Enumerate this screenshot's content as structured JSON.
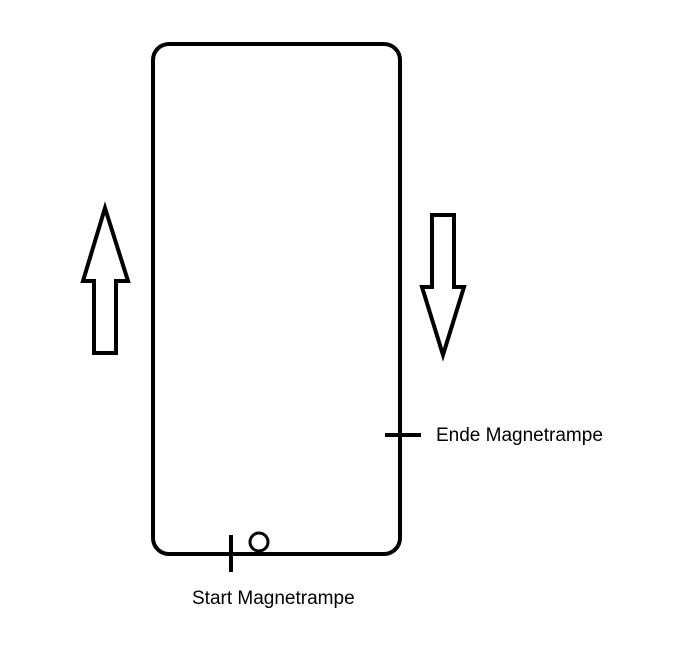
{
  "diagram": {
    "labels": {
      "end": "Ende Magnetrampe",
      "start": "Start Magnetrampe"
    },
    "arrows": {
      "left": "up",
      "right": "down"
    },
    "colors": {
      "stroke": "#000000",
      "background": "#ffffff"
    },
    "icons": {
      "left_arrow": "arrow-up-icon",
      "right_arrow": "arrow-down-icon",
      "ball": "circle-icon"
    }
  }
}
